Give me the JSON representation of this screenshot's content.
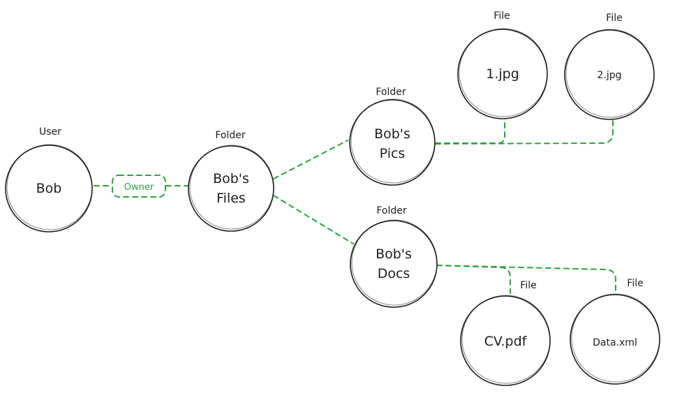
{
  "accent_color": "#2f9e44",
  "stroke_color": "#1e1e1e",
  "nodes": {
    "bob": {
      "type": "User",
      "lines": [
        "Bob"
      ]
    },
    "bobs_files": {
      "type": "Folder",
      "lines": [
        "Bob's",
        "Files"
      ]
    },
    "bobs_pics": {
      "type": "Folder",
      "lines": [
        "Bob's",
        "Pics"
      ]
    },
    "bobs_docs": {
      "type": "Folder",
      "lines": [
        "Bob's",
        "Docs"
      ]
    },
    "file_1jpg": {
      "type": "File",
      "lines": [
        "1.jpg"
      ]
    },
    "file_2jpg": {
      "type": "File",
      "lines": [
        "2.jpg"
      ]
    },
    "file_cvpdf": {
      "type": "File",
      "lines": [
        "CV.pdf"
      ]
    },
    "file_dataxml": {
      "type": "File",
      "lines": [
        "Data.xml"
      ]
    }
  },
  "edges": {
    "owner_label": "Owner"
  }
}
